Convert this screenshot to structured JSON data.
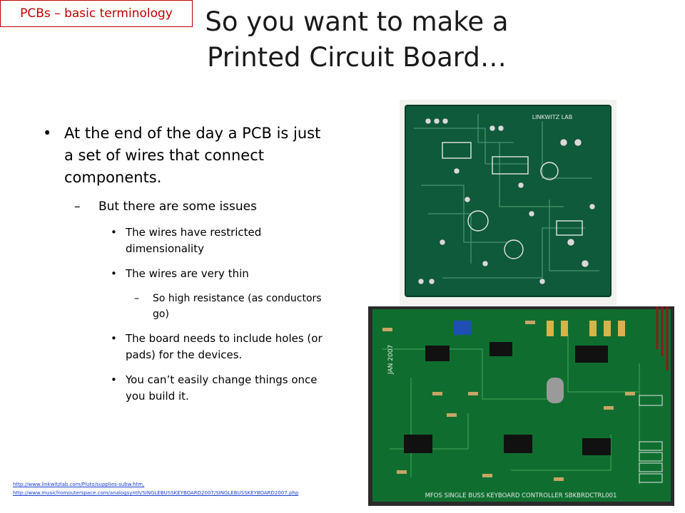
{
  "slide": {
    "tag": "PCBs – basic terminology",
    "title_line1": "So you want to make a",
    "title_line2": "Printed Circuit Board…",
    "bullet1": "At the end of the day a PCB is just a set of wires that connect components.",
    "sub1": "But there are some issues",
    "sub1_items": [
      "The wires have restricted dimensionality",
      "The wires are very thin",
      "The board needs to include holes (or pads) for the devices.",
      "You can’t easily change things once you build it."
    ],
    "sub2": "So high resistance (as conductors go)",
    "links": [
      "http://www.linkwitzlab.com/Pluto/supplies-subw.htm,",
      "http://www.musicfromouterspace.com/analogsynth/SINGLEBUSSKEYBOARD2007/SINGLEBUSSKEYBOARD2007.php"
    ]
  },
  "board1": {
    "label": "LINKWITZ LAB",
    "color": "#0e5a3a",
    "pad_color": "#d9d9d9"
  },
  "board2": {
    "label": "MFOS SINGLE BUSS KEYBOARD CONTROLLER SBKBRDCTRL001",
    "date": "JAN 2007",
    "color": "#0f6e2f"
  }
}
